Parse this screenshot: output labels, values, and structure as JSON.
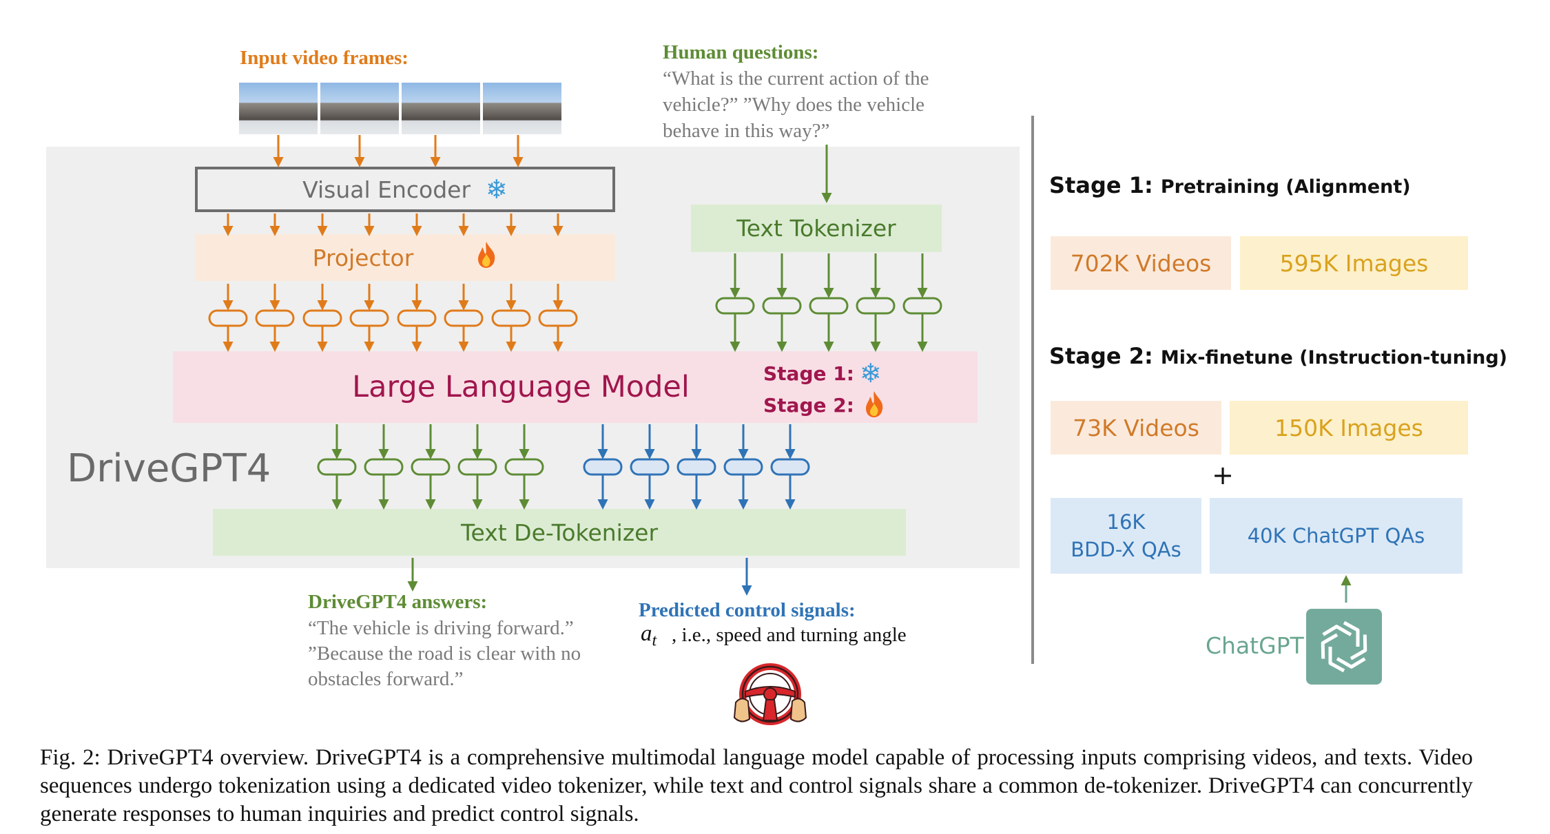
{
  "figure": {
    "input_frames_label": "Input video frames:",
    "human_questions_label": "Human questions:",
    "human_questions_text": "“What is the current action of the vehicle?” ”Why does the vehicle behave in this way?”",
    "visual_encoder": "Visual Encoder",
    "projector": "Projector",
    "text_tokenizer": "Text Tokenizer",
    "llm": "Large Language Model",
    "stage1_label": "Stage 1:",
    "stage2_label": "Stage 2:",
    "model_name": "DriveGPT4",
    "text_detokenizer": "Text De-Tokenizer",
    "answers_label": "DriveGPT4 answers:",
    "answers_text": "“The vehicle is driving forward.” ”Because the road is clear with no obstacles forward.”",
    "control_label": "Predicted control signals:",
    "control_symbol": "at",
    "control_text": ", i.e., speed and turning angle",
    "colors": {
      "orange": "#e07b1a",
      "green": "#5e8c35",
      "blue": "#2f73b6",
      "llm_text": "#a0164d",
      "chatgpt": "#6aa68f"
    }
  },
  "training": {
    "stage1_title": "Stage 1:",
    "stage1_subtitle": "Pretraining (Alignment)",
    "stage1_videos": "702K Videos",
    "stage1_images": "595K Images",
    "stage2_title": "Stage 2:",
    "stage2_subtitle": "Mix-finetune (Instruction-tuning)",
    "stage2_videos": "73K Videos",
    "stage2_images": "150K Images",
    "plus": "+",
    "bddx_line1": "16K",
    "bddx_line2": "BDD-X QAs",
    "chatgpt_qas": "40K ChatGPT QAs",
    "chatgpt_label": "ChatGPT"
  },
  "caption": "Fig. 2: DriveGPT4 overview. DriveGPT4 is a comprehensive multimodal language model capable of processing inputs comprising videos, and texts. Video sequences undergo tokenization using a dedicated video tokenizer, while text and control signals share a common de-tokenizer. DriveGPT4 can concurrently generate responses to human inquiries and predict control signals."
}
